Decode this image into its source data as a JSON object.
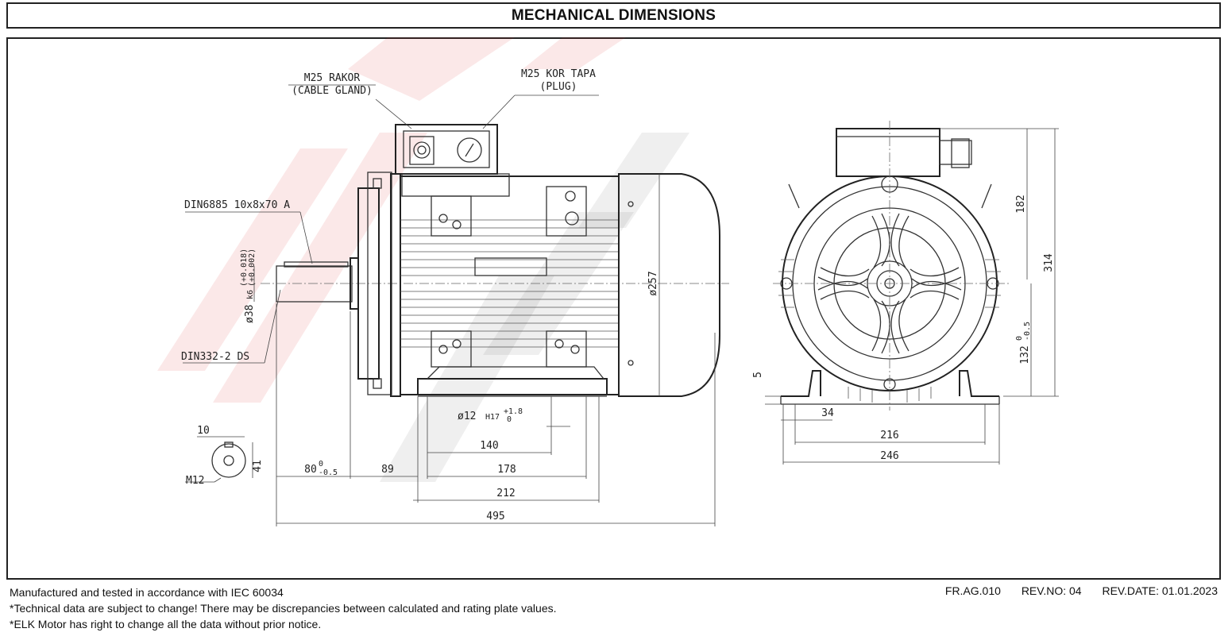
{
  "title": "MECHANICAL DIMENSIONS",
  "callouts": {
    "cable_gland_line1": "M25 RAKOR",
    "cable_gland_line2": "(CABLE GLAND)",
    "plug_line1": "M25 KOR TAPA",
    "plug_line2": "(PLUG)",
    "key": "DIN6885 10x8x70 A",
    "center_hole": "DIN332-2 DS",
    "thread": "M12"
  },
  "dimensions": {
    "shaft_dia": "ø38",
    "shaft_fit": "k6",
    "shaft_tol_upper": "(+0.018)",
    "shaft_tol_lower": "(+0.002)",
    "key_width": "10",
    "key_height": "41",
    "shaft_length": "80",
    "shaft_length_tol_upper": "0",
    "shaft_length_tol_lower": "-0.5",
    "dim_89": "89",
    "dim_140": "140",
    "dim_178": "178",
    "dim_212": "212",
    "dim_495": "495",
    "hole_dia": "ø12",
    "hole_fit": "H17",
    "hole_tol_upper": "+1.8",
    "hole_tol_lower": "0",
    "body_dia": "ø257",
    "height_182": "182",
    "height_314": "314",
    "shaft_height": "132",
    "shaft_height_tol_upper": "0",
    "shaft_height_tol_lower": "-0.5",
    "foot_thickness": "5",
    "foot_width": "34",
    "dim_216": "216",
    "dim_246": "246"
  },
  "footer": {
    "line1": "Manufactured and tested in accordance with  IEC 60034",
    "line2": "*Technical data are subject to change! There may be discrepancies between calculated and rating plate values.",
    "line3": "*ELK Motor has right to change all the data without prior notice.",
    "doc_code": "FR.AG.010",
    "revision": "REV.NO: 04",
    "rev_date": "REV.DATE: 01.01.2023"
  },
  "colors": {
    "watermark": "#d7191c",
    "line": "#333333"
  }
}
